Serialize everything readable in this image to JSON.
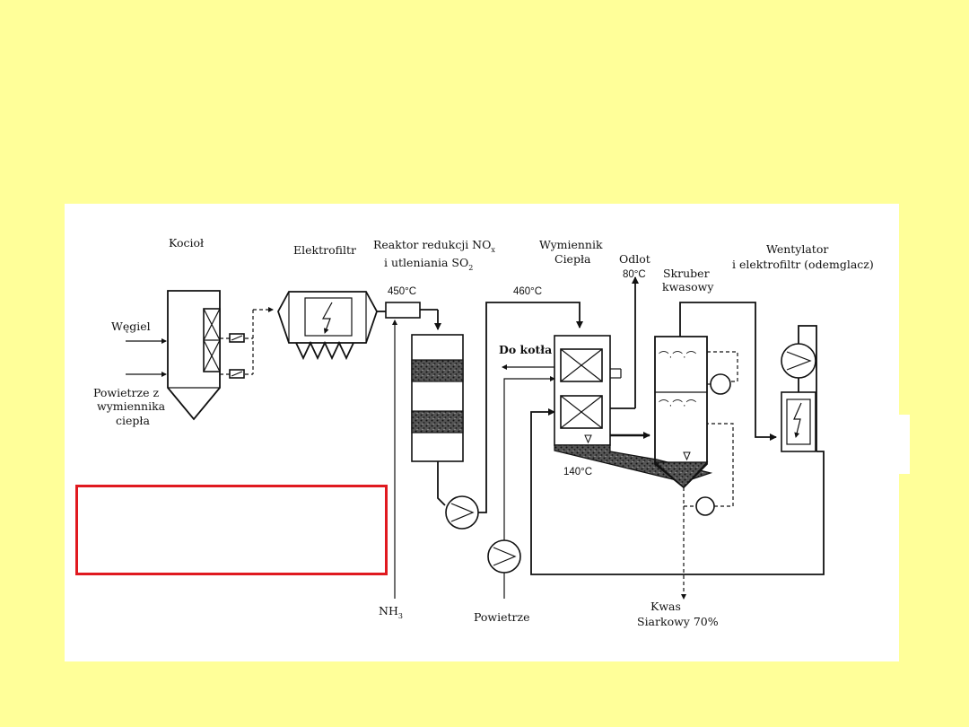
{
  "labels": {
    "kociol": "Kocioł",
    "elektrofiltr": "Elektrofiltr",
    "reaktor_line1": "Reaktor redukcji  NO",
    "reaktor_line1_sub": "x",
    "reaktor_line2": "i  utleniania  SO",
    "reaktor_line2_sub": "2",
    "wymiennik_line1": "Wymiennik",
    "wymiennik_line2": "Ciepła",
    "odlot": "Odlot",
    "temp_80": "80°C",
    "skruber_line1": "Skruber",
    "skruber_line2": "kwasowy",
    "wentylator_line1": "Wentylator",
    "wentylator_line2": "i  elektrofiltr (odemglacz)",
    "wegiel": "Węgiel",
    "powietrze_line1": "Powietrze z",
    "powietrze_line2": "wymiennika",
    "powietrze_line3": "ciepła",
    "temp_450": "450°C",
    "temp_460": "460°C",
    "do_kotla": "Do kotła",
    "temp_140": "140°C",
    "nh3": "NH",
    "nh3_sub": "3",
    "powietrze": "Powietrze",
    "kwas_line1": "Kwas",
    "kwas_line2": "Siarkowy  70%"
  },
  "colors": {
    "background": "#ffff99",
    "panel": "#ffffff",
    "highlight_box": "#e0191f"
  }
}
